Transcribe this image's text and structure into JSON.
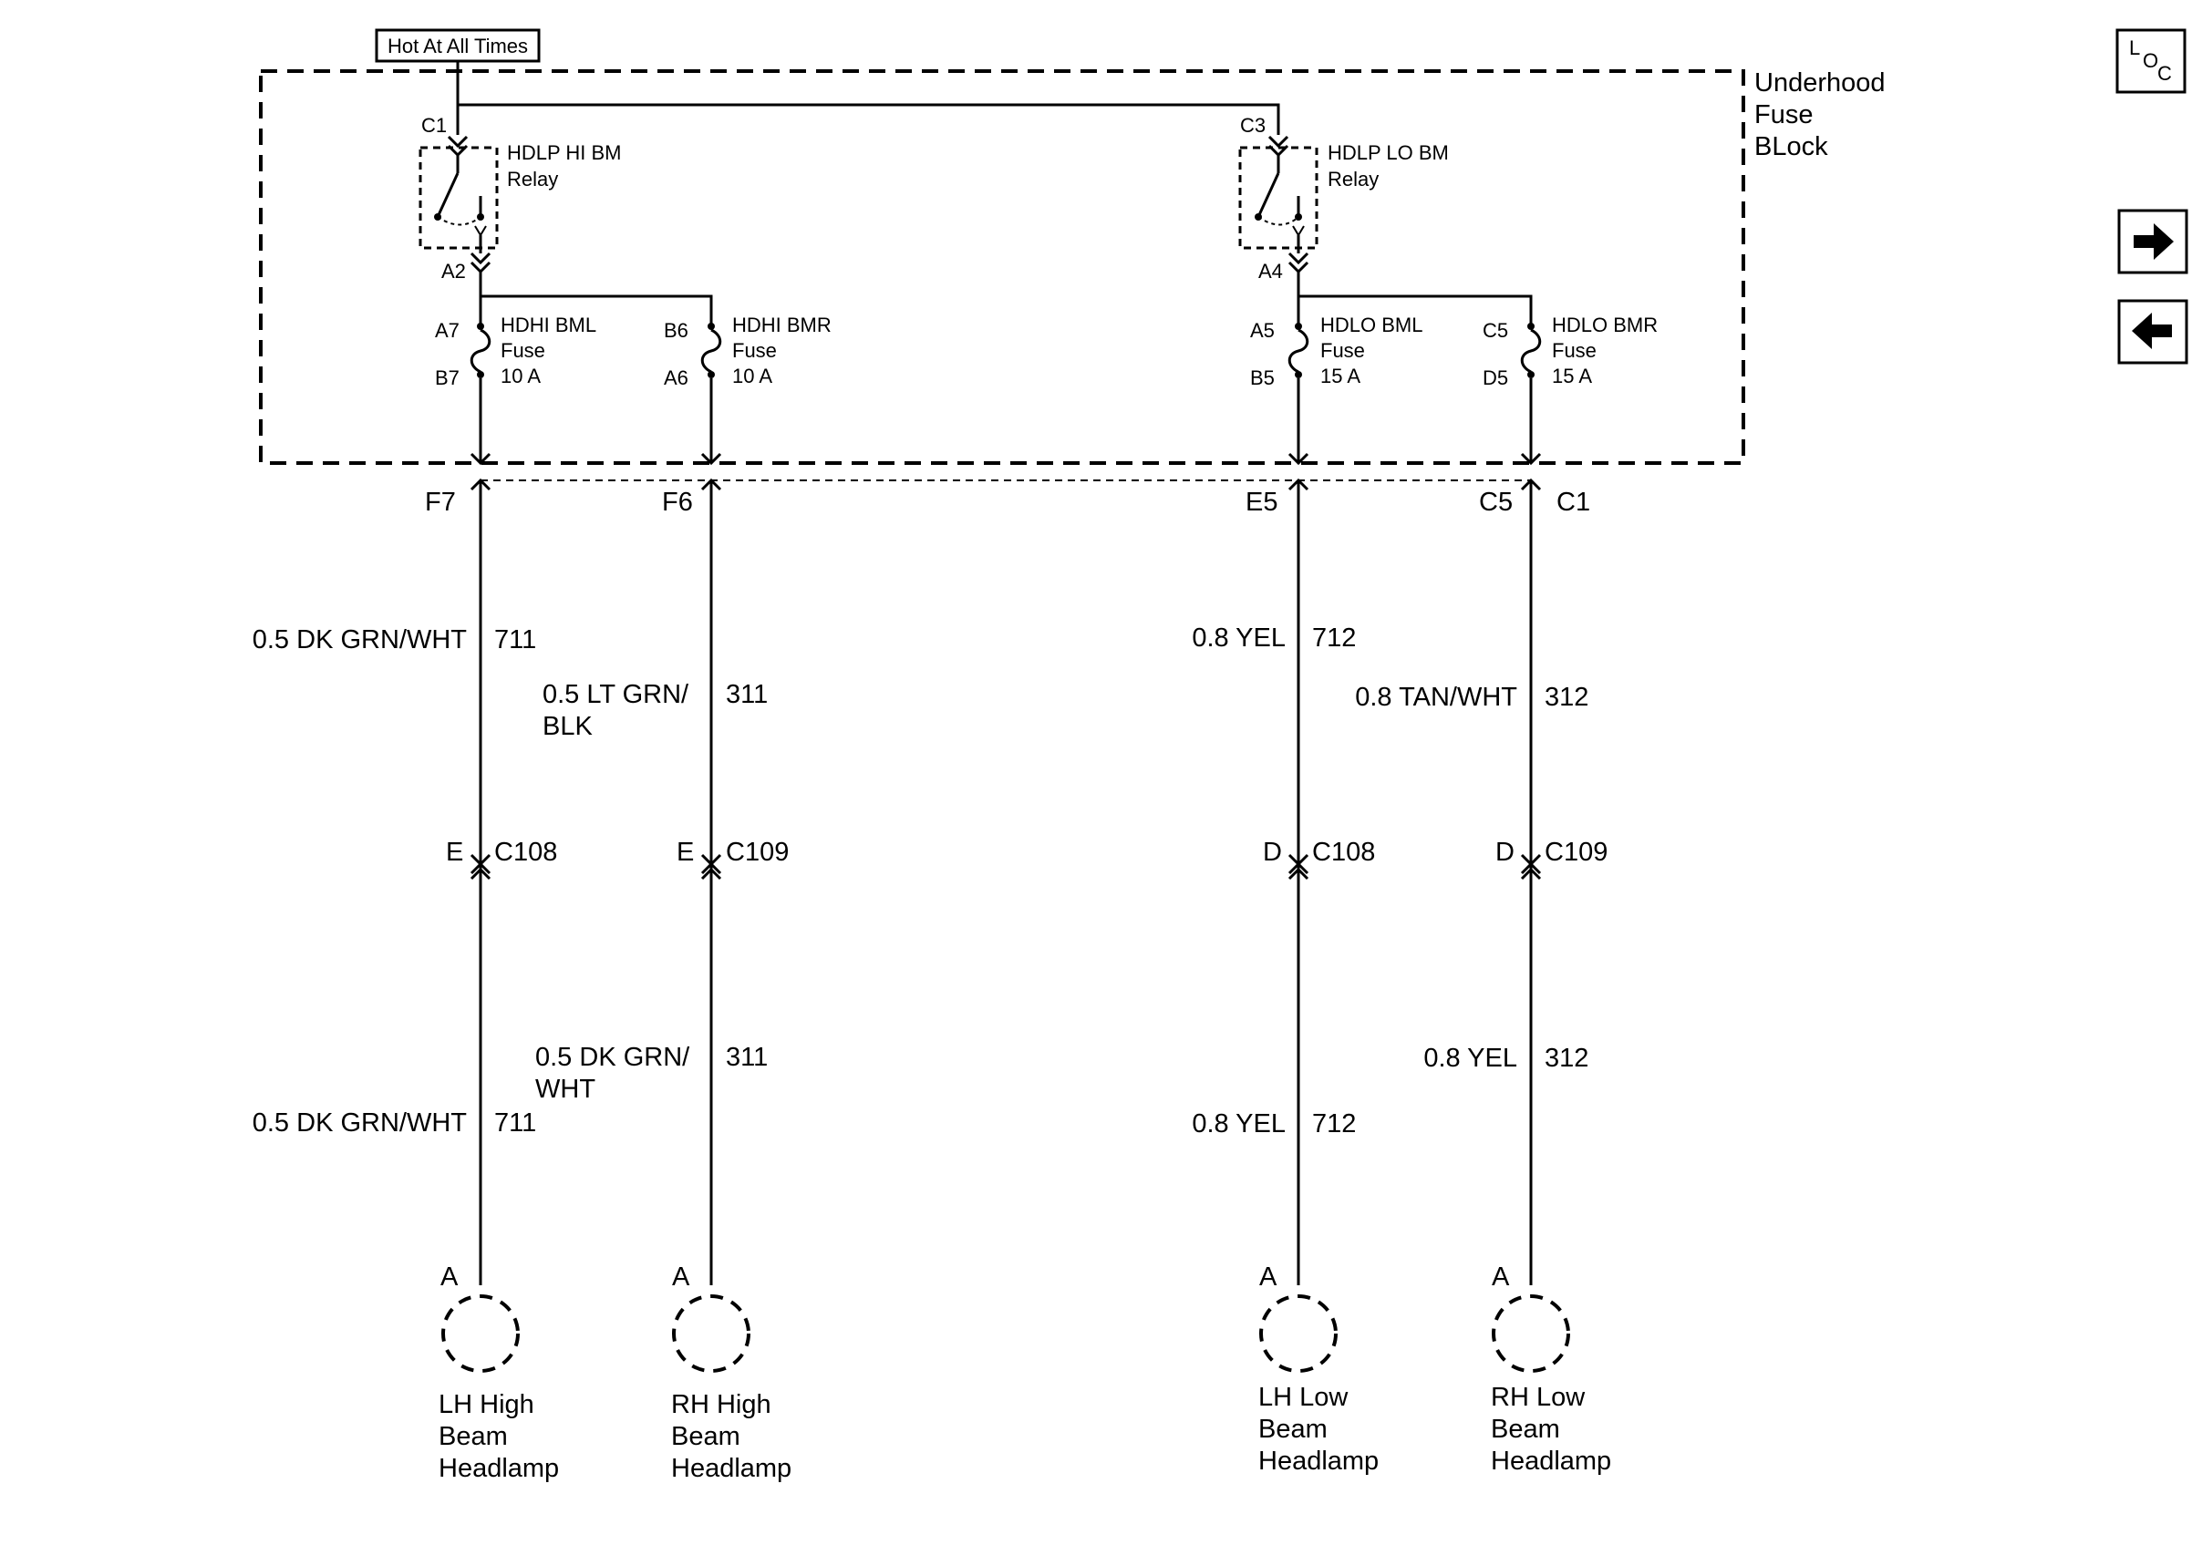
{
  "hot_label": "Hot At All Times",
  "fuse_block_label": [
    "Underhood",
    "Fuse",
    "BLock"
  ],
  "relays": [
    {
      "connector": "C1",
      "name": "HDLP HI BM",
      "sub": "Relay",
      "output_pin": "A2"
    },
    {
      "connector": "C3",
      "name": "HDLP LO BM",
      "sub": "Relay",
      "output_pin": "A4"
    }
  ],
  "fuses": [
    {
      "in_pin": "A7",
      "out_pin": "B7",
      "name": "HDHI BML",
      "type": "Fuse",
      "rating": "10 A"
    },
    {
      "in_pin": "B6",
      "out_pin": "A6",
      "name": "HDHI BMR",
      "type": "Fuse",
      "rating": "10 A"
    },
    {
      "in_pin": "A5",
      "out_pin": "B5",
      "name": "HDLO BML",
      "type": "Fuse",
      "rating": "15 A"
    },
    {
      "in_pin": "C5",
      "out_pin": "D5",
      "name": "HDLO BMR",
      "type": "Fuse",
      "rating": "15 A"
    }
  ],
  "block_pins": [
    "F7",
    "F6",
    "E5",
    "C5"
  ],
  "block_connector": "C1",
  "upper_wires": [
    {
      "color": "0.5 DK GRN/WHT",
      "circuit": "711"
    },
    {
      "color": [
        "0.5 LT GRN/",
        "BLK"
      ],
      "circuit": "311"
    },
    {
      "color": "0.8 YEL",
      "circuit": "712"
    },
    {
      "color": "0.8 TAN/WHT",
      "circuit": "312"
    }
  ],
  "inline_connectors": [
    {
      "pin": "E",
      "connector": "C108"
    },
    {
      "pin": "E",
      "connector": "C109"
    },
    {
      "pin": "D",
      "connector": "C108"
    },
    {
      "pin": "D",
      "connector": "C109"
    }
  ],
  "lower_wires": [
    {
      "color": "0.5 DK GRN/WHT",
      "circuit": "711"
    },
    {
      "color": [
        "0.5 DK GRN/",
        "WHT"
      ],
      "circuit": "311"
    },
    {
      "color": "0.8 YEL",
      "circuit": "712"
    },
    {
      "color": "0.8 YEL",
      "circuit": "312"
    }
  ],
  "headlamps": [
    {
      "pin": "A",
      "label": [
        "LH High",
        "Beam",
        "Headlamp"
      ]
    },
    {
      "pin": "A",
      "label": [
        "RH High",
        "Beam",
        "Headlamp"
      ]
    },
    {
      "pin": "A",
      "label": [
        "LH Low",
        "Beam",
        "Headlamp"
      ]
    },
    {
      "pin": "A",
      "label": [
        "RH Low",
        "Beam",
        "Headlamp"
      ]
    }
  ],
  "nav": {
    "loc": {
      "l": "L",
      "o": "O",
      "c": "C",
      "icon": "location-icon"
    },
    "next_icon": "arrow-right-icon",
    "prev_icon": "arrow-left-icon"
  }
}
